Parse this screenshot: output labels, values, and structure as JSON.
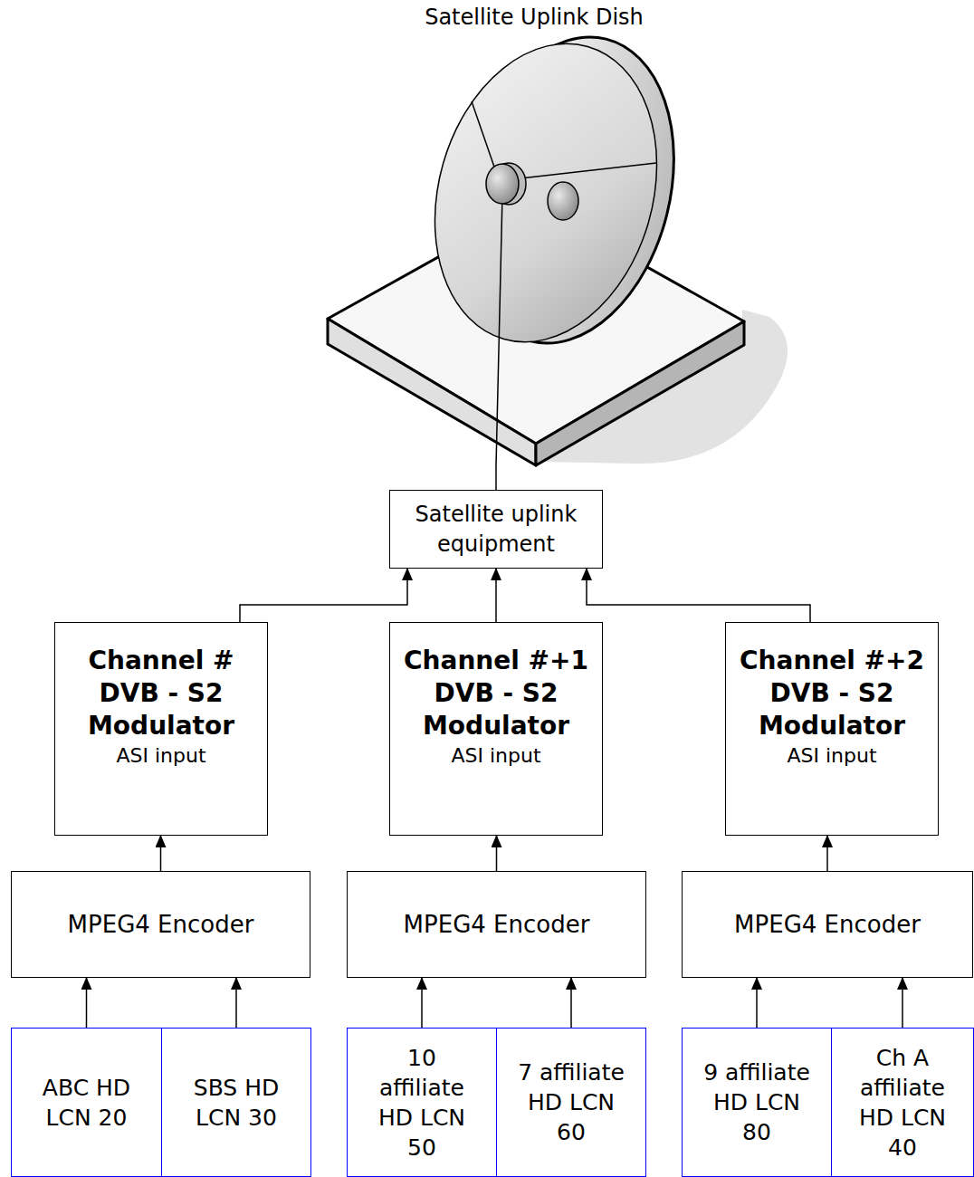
{
  "diagram": {
    "nodes": [
      {
        "text": [
          "Satellite Uplink Dish"
        ]
      },
      {
        "text": [
          "Satellite uplink equipment"
        ]
      },
      {
        "text": [
          "Channel # DVB - S2 Modulator",
          "ASI input"
        ]
      },
      {
        "text": [
          "Channel #+1 DVB - S2 Modulator",
          "ASI input"
        ]
      },
      {
        "text": [
          "Channel #+2 DVB - S2 Modulator",
          "ASI input"
        ]
      },
      {
        "text": [
          "MPEG4 Encoder"
        ]
      },
      {
        "text": [
          "MPEG4 Encoder"
        ]
      },
      {
        "text": [
          "MPEG4 Encoder"
        ]
      },
      {
        "text": [
          "ABC HD LCN 20"
        ]
      },
      {
        "text": [
          "SBS HD LCN 30"
        ]
      },
      {
        "text": [
          "10 affiliate HD LCN 50"
        ]
      },
      {
        "text": [
          "7 affiliate HD LCN 60"
        ]
      },
      {
        "text": [
          "9 affiliate HD LCN 80"
        ]
      },
      {
        "text": [
          "Ch A affiliate HD LCN 40"
        ]
      }
    ],
    "edges": [
      {
        "from": 1,
        "to": 0,
        "arrow": "none"
      },
      {
        "from": 2,
        "to": 1,
        "arrow": "to"
      },
      {
        "from": 3,
        "to": 1,
        "arrow": "to"
      },
      {
        "from": 4,
        "to": 1,
        "arrow": "to"
      },
      {
        "from": 5,
        "to": 2,
        "arrow": "to"
      },
      {
        "from": 6,
        "to": 3,
        "arrow": "to"
      },
      {
        "from": 7,
        "to": 4,
        "arrow": "to"
      },
      {
        "from": 8,
        "to": 5,
        "arrow": "to"
      },
      {
        "from": 9,
        "to": 5,
        "arrow": "to"
      },
      {
        "from": 10,
        "to": 6,
        "arrow": "to"
      },
      {
        "from": 11,
        "to": 6,
        "arrow": "to"
      },
      {
        "from": 12,
        "to": 7,
        "arrow": "to"
      },
      {
        "from": 13,
        "to": 7,
        "arrow": "to"
      }
    ]
  }
}
